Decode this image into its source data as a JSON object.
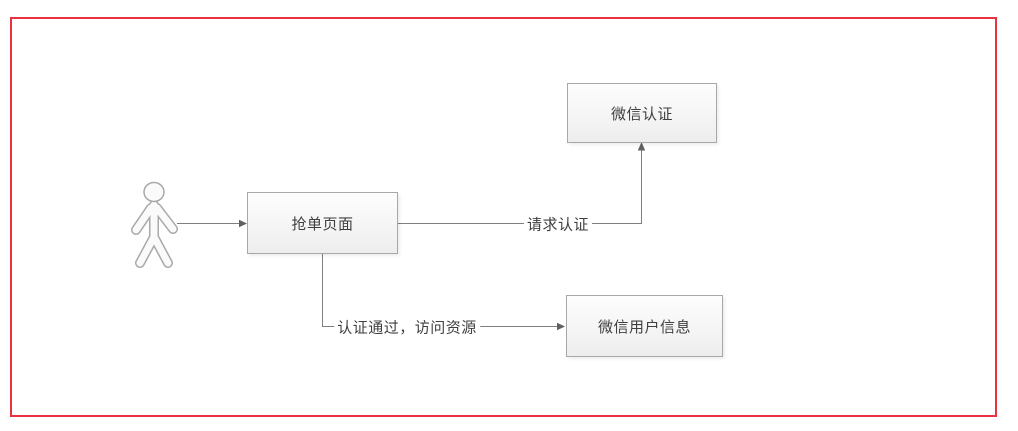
{
  "nodes": {
    "grab_order_page": "抢单页面",
    "wechat_auth": "微信认证",
    "wechat_user_info": "微信用户信息"
  },
  "edge_labels": {
    "request_auth": "请求认证",
    "auth_passed": "认证通过，访问资源"
  },
  "icons": {
    "actor": "user-actor-icon"
  },
  "colors": {
    "frame_border": "#e8323e",
    "node_border": "#a8a8a8",
    "node_fill_top": "#fdfdfd",
    "node_fill_bottom": "#ededed",
    "connector_line": "#7f7f7f",
    "arrowhead": "#606060",
    "text": "#3f3f3f",
    "background": "#ffffff"
  }
}
